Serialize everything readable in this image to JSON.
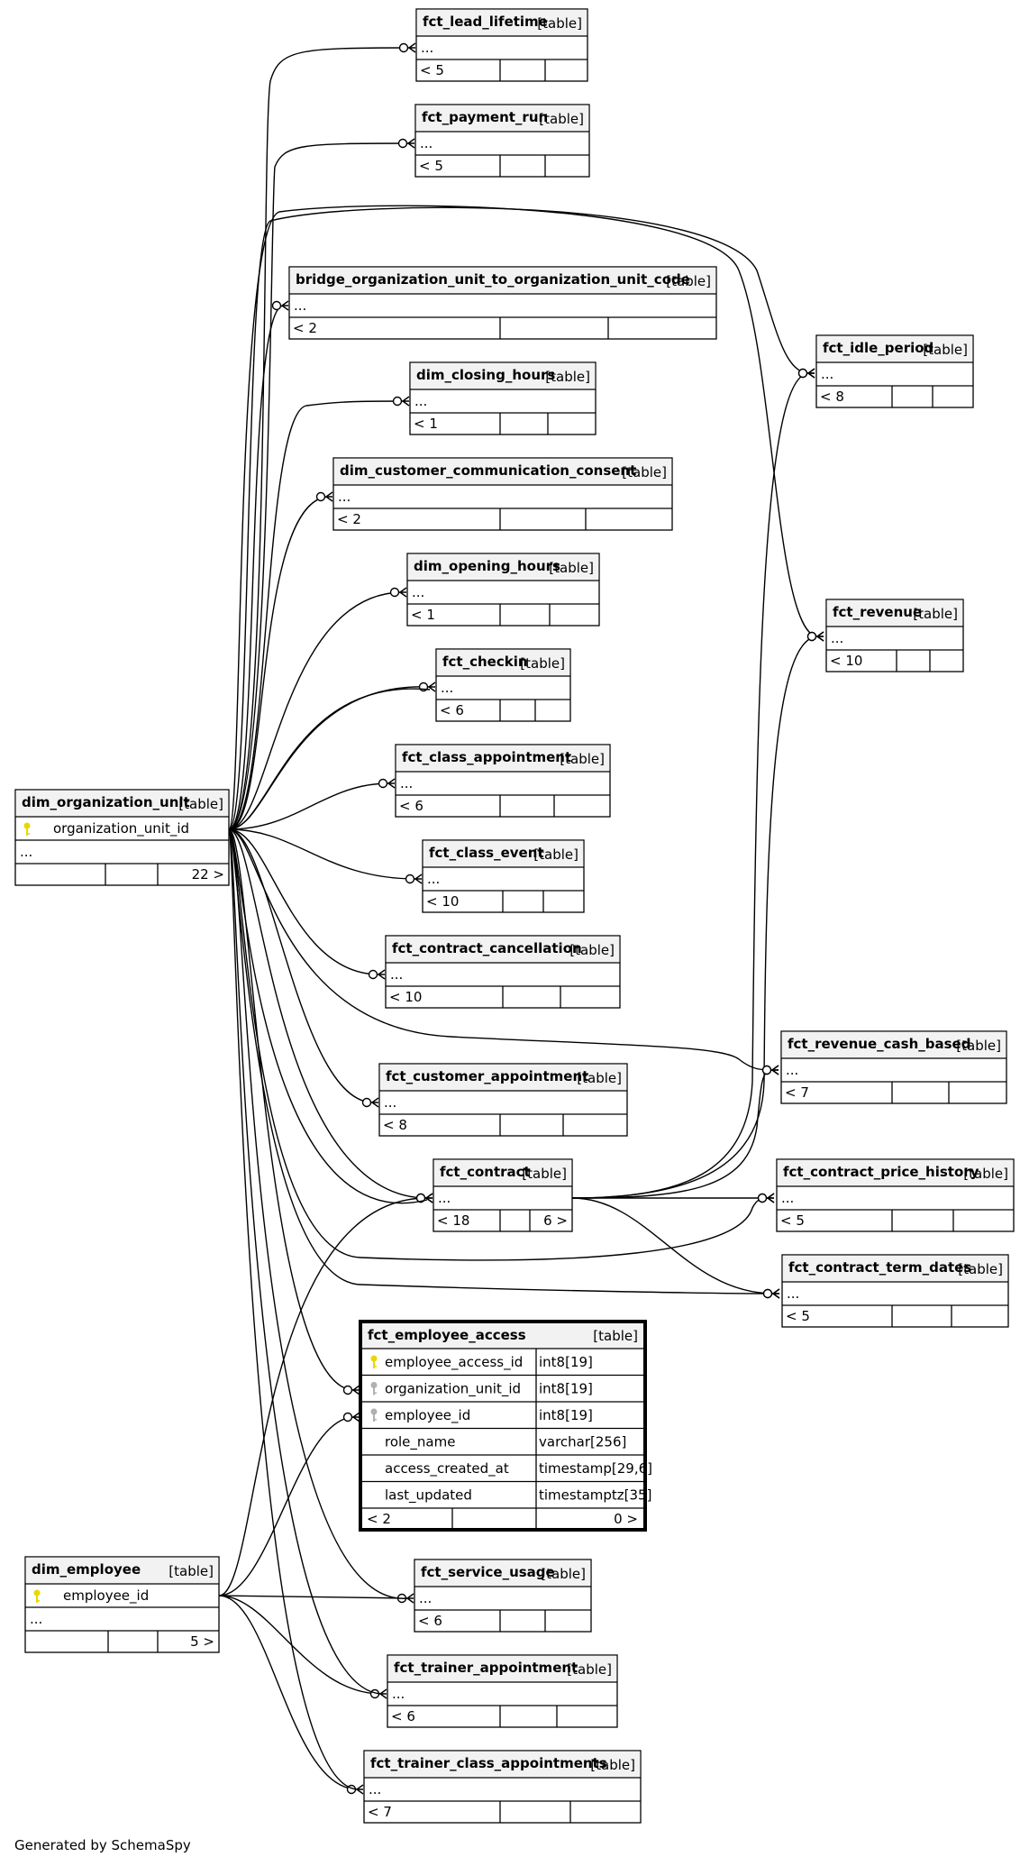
{
  "footer": "Generated by SchemaSpy",
  "tables": {
    "fct_lead_lifetime": {
      "name": "fct_lead_lifetime",
      "tag": "[table]",
      "rows": [
        "..."
      ],
      "left": "< 5",
      "right": ""
    },
    "fct_payment_run": {
      "name": "fct_payment_run",
      "tag": "[table]",
      "rows": [
        "..."
      ],
      "left": "< 5",
      "right": ""
    },
    "bridge": {
      "name": "bridge_organization_unit_to_organization_unit_code",
      "tag": "[table]",
      "rows": [
        "..."
      ],
      "left": "< 2",
      "right": ""
    },
    "dim_closing_hours": {
      "name": "dim_closing_hours",
      "tag": "[table]",
      "rows": [
        "..."
      ],
      "left": "< 1",
      "right": ""
    },
    "dim_customer_communication_consent": {
      "name": "dim_customer_communication_consent",
      "tag": "[table]",
      "rows": [
        "..."
      ],
      "left": "< 2",
      "right": ""
    },
    "dim_opening_hours": {
      "name": "dim_opening_hours",
      "tag": "[table]",
      "rows": [
        "..."
      ],
      "left": "< 1",
      "right": ""
    },
    "fct_checkin": {
      "name": "fct_checkin",
      "tag": "[table]",
      "rows": [
        "..."
      ],
      "left": "< 6",
      "right": ""
    },
    "fct_class_appointment": {
      "name": "fct_class_appointment",
      "tag": "[table]",
      "rows": [
        "..."
      ],
      "left": "< 6",
      "right": ""
    },
    "fct_class_event": {
      "name": "fct_class_event",
      "tag": "[table]",
      "rows": [
        "..."
      ],
      "left": "< 10",
      "right": ""
    },
    "fct_contract_cancellation": {
      "name": "fct_contract_cancellation",
      "tag": "[table]",
      "rows": [
        "..."
      ],
      "left": "< 10",
      "right": ""
    },
    "fct_customer_appointment": {
      "name": "fct_customer_appointment",
      "tag": "[table]",
      "rows": [
        "..."
      ],
      "left": "< 8",
      "right": ""
    },
    "fct_contract": {
      "name": "fct_contract",
      "tag": "[table]",
      "rows": [
        "..."
      ],
      "left": "< 18",
      "right": "6 >"
    },
    "fct_idle_period": {
      "name": "fct_idle_period",
      "tag": "[table]",
      "rows": [
        "..."
      ],
      "left": "< 8",
      "right": ""
    },
    "fct_revenue": {
      "name": "fct_revenue",
      "tag": "[table]",
      "rows": [
        "..."
      ],
      "left": "< 10",
      "right": ""
    },
    "fct_revenue_cash_based": {
      "name": "fct_revenue_cash_based",
      "tag": "[table]",
      "rows": [
        "..."
      ],
      "left": "< 7",
      "right": ""
    },
    "fct_contract_price_history": {
      "name": "fct_contract_price_history",
      "tag": "[table]",
      "rows": [
        "..."
      ],
      "left": "< 5",
      "right": ""
    },
    "fct_contract_term_dates": {
      "name": "fct_contract_term_dates",
      "tag": "[table]",
      "rows": [
        "..."
      ],
      "left": "< 5",
      "right": ""
    },
    "dim_organization_unit": {
      "name": "dim_organization_unit",
      "tag": "[table]",
      "key": "organization_unit_id",
      "rows": [
        "..."
      ],
      "left": "",
      "right": "22 >"
    },
    "dim_employee": {
      "name": "dim_employee",
      "tag": "[table]",
      "key": "employee_id",
      "rows": [
        "..."
      ],
      "left": "",
      "right": "5 >"
    },
    "fct_service_usage": {
      "name": "fct_service_usage",
      "tag": "[table]",
      "rows": [
        "..."
      ],
      "left": "< 6",
      "right": ""
    },
    "fct_trainer_appointment": {
      "name": "fct_trainer_appointment",
      "tag": "[table]",
      "rows": [
        "..."
      ],
      "left": "< 6",
      "right": ""
    },
    "fct_trainer_class_appointments": {
      "name": "fct_trainer_class_appointments",
      "tag": "[table]",
      "rows": [
        "..."
      ],
      "left": "< 7",
      "right": ""
    },
    "fct_employee_access": {
      "name": "fct_employee_access",
      "tag": "[table]",
      "columns": [
        {
          "name": "employee_access_id",
          "type": "int8[19]",
          "key": "primary"
        },
        {
          "name": "organization_unit_id",
          "type": "int8[19]",
          "key": "foreign"
        },
        {
          "name": "employee_id",
          "type": "int8[19]",
          "key": "foreign"
        },
        {
          "name": "role_name",
          "type": "varchar[256]",
          "key": ""
        },
        {
          "name": "access_created_at",
          "type": "timestamp[29,6]",
          "key": ""
        },
        {
          "name": "last_updated",
          "type": "timestamptz[35]",
          "key": ""
        }
      ],
      "left": "< 2",
      "right": "0 >"
    }
  },
  "colors": {
    "primary_key": "#e8d800",
    "foreign_key": "#b0b0b0",
    "header_fill": "#f2f2f2"
  }
}
